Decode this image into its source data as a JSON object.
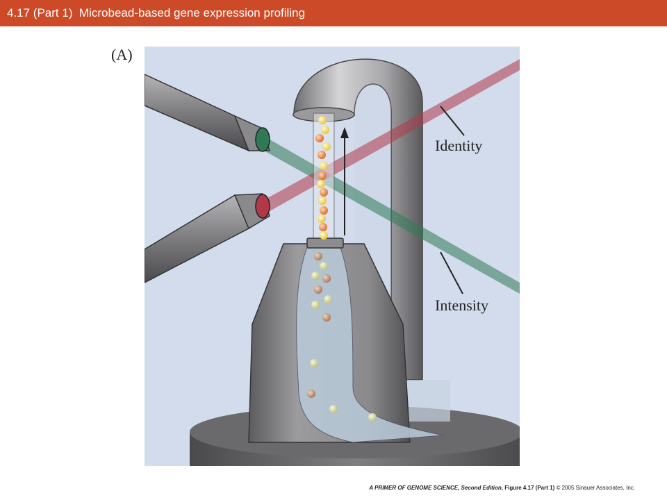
{
  "slide": {
    "title": "4.17 (Part 1)  Microbead-based gene expression profiling",
    "title_bar_color": "#cc4a28"
  },
  "figure": {
    "panel_label": "(A)",
    "callouts": {
      "identity": "Identity",
      "intensity": "Intensity"
    },
    "colors": {
      "background": "#d3dcec",
      "red_laser": "#b03848",
      "green_laser": "#2f7a55",
      "tube_gray": "#8e8e90"
    }
  },
  "footer": {
    "book": "A PRIMER OF GENOME SCIENCE, Second Edition,",
    "figure_ref": "Figure 4.17 (Part 1)",
    "copyright": "© 2005 Sinauer Associates, Inc."
  }
}
